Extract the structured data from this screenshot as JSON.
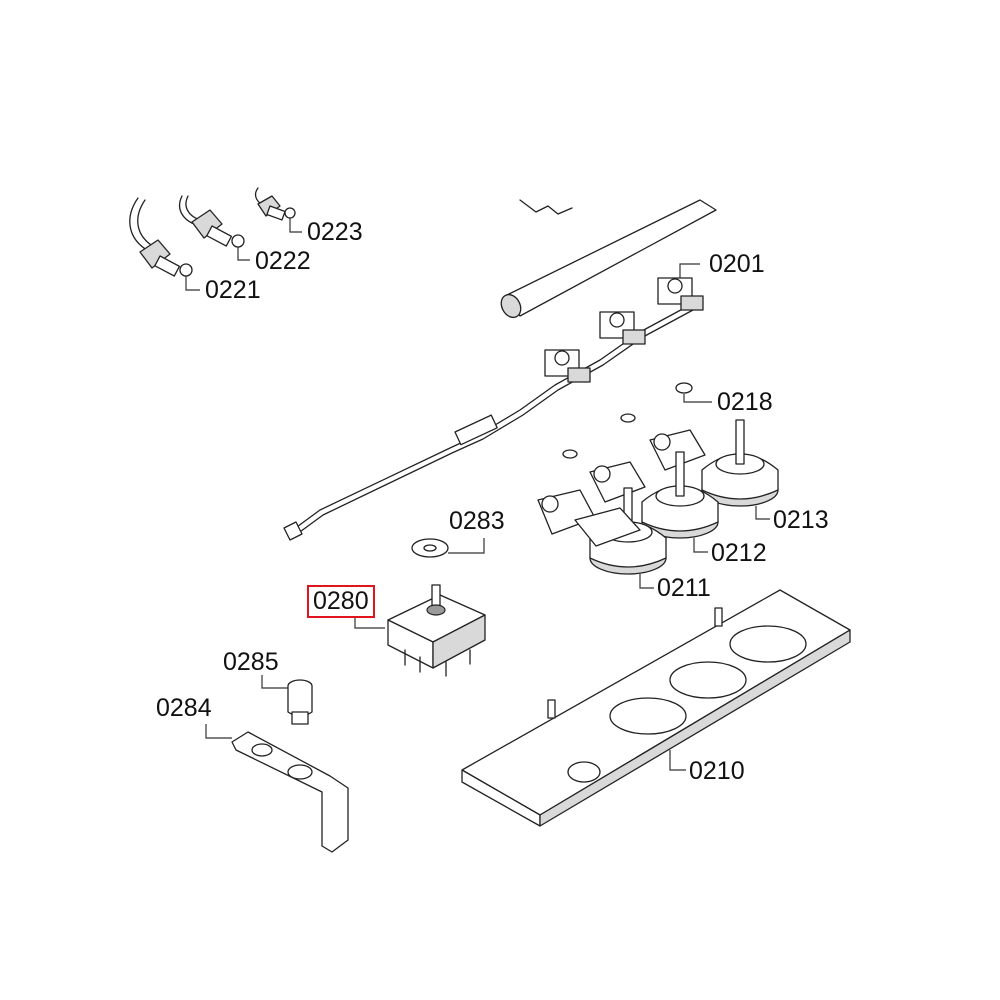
{
  "diagram": {
    "title": "exploded parts diagram",
    "highlight_color": "#e0141e",
    "callouts": [
      {
        "id": "c0201",
        "label": "0201"
      },
      {
        "id": "c0210",
        "label": "0210"
      },
      {
        "id": "c0211",
        "label": "0211"
      },
      {
        "id": "c0212",
        "label": "0212"
      },
      {
        "id": "c0213",
        "label": "0213"
      },
      {
        "id": "c0218",
        "label": "0218"
      },
      {
        "id": "c0221",
        "label": "0221"
      },
      {
        "id": "c0222",
        "label": "0222"
      },
      {
        "id": "c0223",
        "label": "0223"
      },
      {
        "id": "c0280",
        "label": "0280",
        "highlighted": true
      },
      {
        "id": "c0283",
        "label": "0283"
      },
      {
        "id": "c0284",
        "label": "0284"
      },
      {
        "id": "c0285",
        "label": "0285"
      }
    ]
  }
}
